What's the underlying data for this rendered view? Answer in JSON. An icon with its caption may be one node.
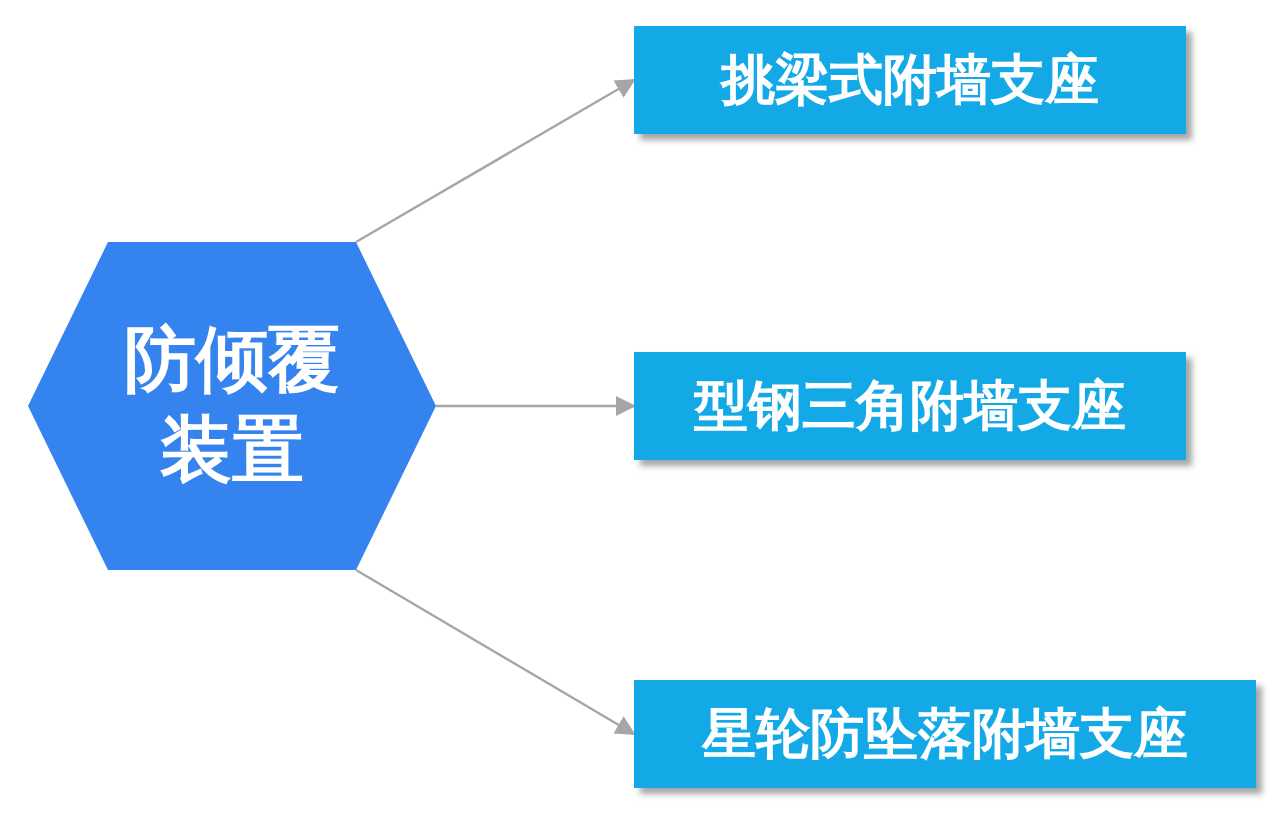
{
  "diagram": {
    "nodes": [
      {
        "text": [
          "防倾覆装置"
        ]
      },
      {
        "text": [
          "挑梁式附墙支座"
        ]
      },
      {
        "text": [
          "型钢三角附墙支座"
        ]
      },
      {
        "text": [
          "星轮防坠落附墙支座"
        ]
      }
    ],
    "edges": [
      {
        "from": 0,
        "to": 1,
        "arrow": "to"
      },
      {
        "from": 0,
        "to": 2,
        "arrow": "to"
      },
      {
        "from": 0,
        "to": 3,
        "arrow": "to"
      }
    ]
  }
}
